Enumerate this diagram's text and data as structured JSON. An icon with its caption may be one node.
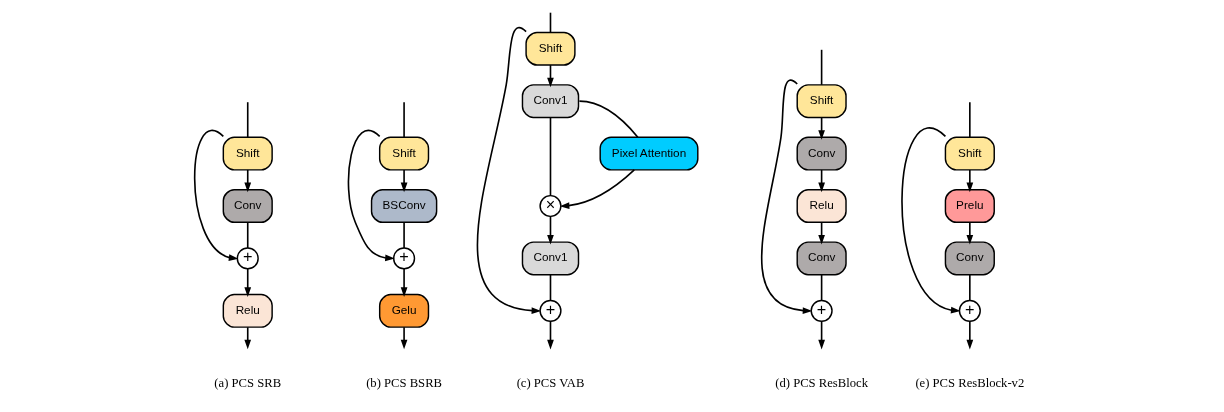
{
  "diagram": {
    "nodes": [
      {
        "text": [
          "Shift"
        ]
      },
      {
        "text": [
          "Conv"
        ]
      },
      {
        "text": [
          "+"
        ]
      },
      {
        "text": [
          "Relu"
        ]
      },
      {
        "text": [
          "Shift"
        ]
      },
      {
        "text": [
          "BSConv"
        ]
      },
      {
        "text": [
          "+"
        ]
      },
      {
        "text": [
          "Gelu"
        ]
      },
      {
        "text": [
          "Shift"
        ]
      },
      {
        "text": [
          "Conv1"
        ]
      },
      {
        "text": [
          "Pixel Attention"
        ]
      },
      {
        "text": [
          "×"
        ]
      },
      {
        "text": [
          "Conv1"
        ]
      },
      {
        "text": [
          "+"
        ]
      },
      {
        "text": [
          "Shift"
        ]
      },
      {
        "text": [
          "Conv"
        ]
      },
      {
        "text": [
          "Relu"
        ]
      },
      {
        "text": [
          "Conv"
        ]
      },
      {
        "text": [
          "+"
        ]
      },
      {
        "text": [
          "Shift"
        ]
      },
      {
        "text": [
          "Prelu"
        ]
      },
      {
        "text": [
          "Conv"
        ]
      },
      {
        "text": [
          "+"
        ]
      }
    ],
    "edges": [
      {
        "from": null,
        "to": 0,
        "arrow": "none"
      },
      {
        "from": 0,
        "to": 2,
        "arrow": "to"
      },
      {
        "from": 0,
        "to": 1,
        "arrow": "to"
      },
      {
        "from": 1,
        "to": 2,
        "arrow": "none"
      },
      {
        "from": 2,
        "to": 3,
        "arrow": "to"
      },
      {
        "from": 3,
        "to": null,
        "arrow": "to"
      },
      {
        "from": null,
        "to": 4,
        "arrow": "none"
      },
      {
        "from": 4,
        "to": 6,
        "arrow": "to"
      },
      {
        "from": 4,
        "to": 5,
        "arrow": "to"
      },
      {
        "from": 5,
        "to": 6,
        "arrow": "none"
      },
      {
        "from": 6,
        "to": 7,
        "arrow": "to"
      },
      {
        "from": 7,
        "to": null,
        "arrow": "to"
      },
      {
        "from": null,
        "to": 8,
        "arrow": "none"
      },
      {
        "from": 8,
        "to": 13,
        "arrow": "to"
      },
      {
        "from": 8,
        "to": 9,
        "arrow": "to"
      },
      {
        "from": 9,
        "to": 11,
        "arrow": "none"
      },
      {
        "from": 9,
        "to": 10,
        "arrow": "none"
      },
      {
        "from": 10,
        "to": 11,
        "arrow": "to"
      },
      {
        "from": 11,
        "to": 12,
        "arrow": "to"
      },
      {
        "from": 12,
        "to": 13,
        "arrow": "none"
      },
      {
        "from": 13,
        "to": null,
        "arrow": "to"
      },
      {
        "from": null,
        "to": 14,
        "arrow": "none"
      },
      {
        "from": 14,
        "to": 18,
        "arrow": "to"
      },
      {
        "from": 14,
        "to": 15,
        "arrow": "to"
      },
      {
        "from": 15,
        "to": 16,
        "arrow": "to"
      },
      {
        "from": 16,
        "to": 17,
        "arrow": "to"
      },
      {
        "from": 17,
        "to": 18,
        "arrow": "none"
      },
      {
        "from": 18,
        "to": null,
        "arrow": "to"
      },
      {
        "from": null,
        "to": 19,
        "arrow": "none"
      },
      {
        "from": 19,
        "to": 22,
        "arrow": "to"
      },
      {
        "from": 19,
        "to": 20,
        "arrow": "to"
      },
      {
        "from": 20,
        "to": 21,
        "arrow": "to"
      },
      {
        "from": 21,
        "to": 22,
        "arrow": "none"
      },
      {
        "from": 22,
        "to": null,
        "arrow": "to"
      }
    ],
    "labels": [
      "(a) PCS SRB",
      "(b) PCS BSRB",
      "(c) PCS VAB",
      "(d) PCS ResBlock",
      "(e) PCS ResBlock-v2"
    ]
  }
}
